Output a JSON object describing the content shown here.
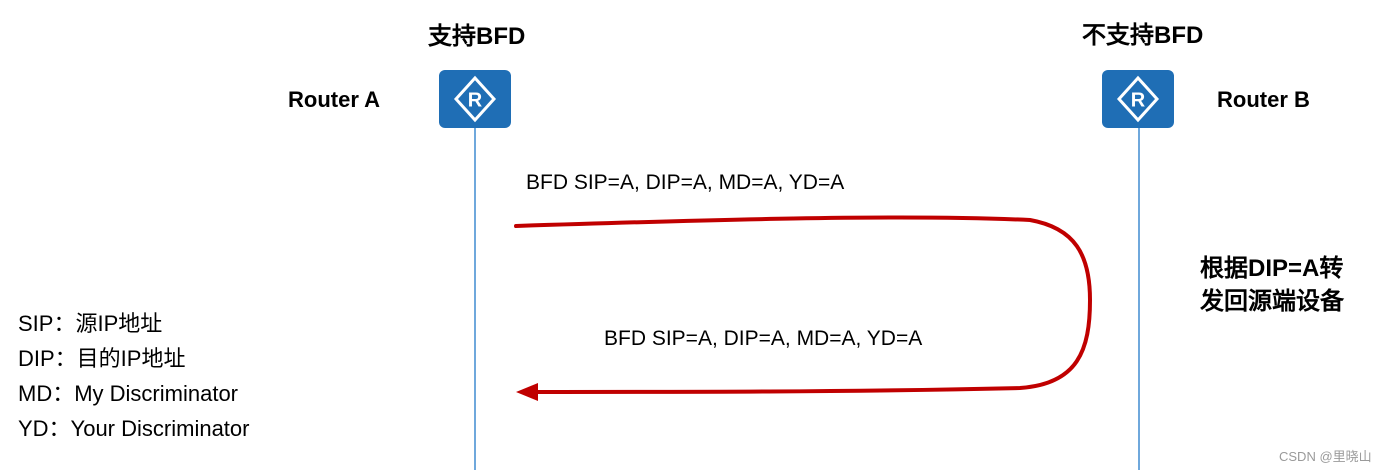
{
  "headers": {
    "left": "支持BFD",
    "right": "不支持BFD"
  },
  "routers": {
    "a": {
      "name": "Router A",
      "icon": "router-icon",
      "glyph": "R"
    },
    "b": {
      "name": "Router B",
      "icon": "router-icon",
      "glyph": "R"
    }
  },
  "messages": {
    "outbound": "BFD SIP=A, DIP=A, MD=A, YD=A",
    "returned": "BFD SIP=A, DIP=A, MD=A, YD=A"
  },
  "note": {
    "line1": "根据DIP=A转",
    "line2": "发回源端设备"
  },
  "legend": {
    "sip": "SIP：源IP地址",
    "dip": "DIP：目的IP地址",
    "md": "MD：My Discriminator",
    "yd": "YD：Your Discriminator"
  },
  "watermark": "CSDN @里晓山",
  "colors": {
    "router": "#1f6eb5",
    "lifeline": "#6fa8dc",
    "arrow": "#c00000"
  }
}
